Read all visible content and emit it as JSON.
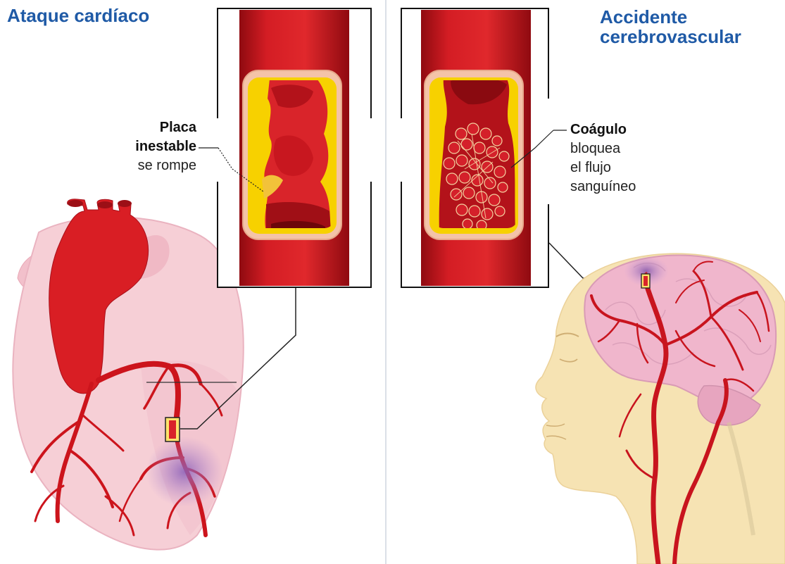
{
  "left_panel": {
    "title": "Ataque cardíaco",
    "callout_bold_1": "Placa",
    "callout_bold_2": "inestable",
    "callout_text": "se rompe"
  },
  "right_panel": {
    "title_line1": "Accidente",
    "title_line2": "cerebrovascular",
    "callout_bold": "Coágulo",
    "callout_line2": "bloquea",
    "callout_line3": "el flujo",
    "callout_line4": "sanguíneo"
  },
  "colors": {
    "title": "#1f5aa6",
    "artery": "#c8141e",
    "plaque": "#f7d100",
    "heart_tissue": "#f6cfd6",
    "brain": "#f0b6cc",
    "skin": "#f6e3b3"
  },
  "icons": [
    "heart-illustration",
    "artery-cross-section-plaque",
    "artery-cross-section-clot",
    "head-brain-illustration"
  ]
}
